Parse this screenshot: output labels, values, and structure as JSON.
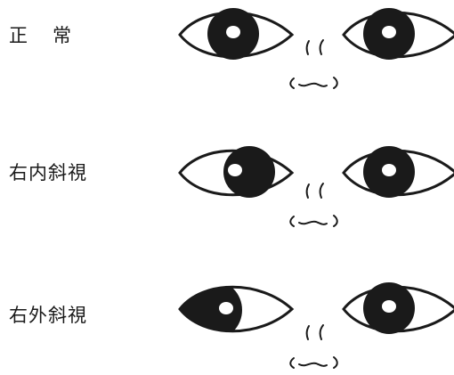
{
  "rows": [
    {
      "label": "正常",
      "right_eye_pupil": "center"
    },
    {
      "label": "右内斜視",
      "right_eye_pupil": "inward"
    },
    {
      "label": "右外斜視",
      "right_eye_pupil": "outward"
    }
  ],
  "colors": {
    "ink": "#1a1a1a",
    "background": "#ffffff"
  }
}
